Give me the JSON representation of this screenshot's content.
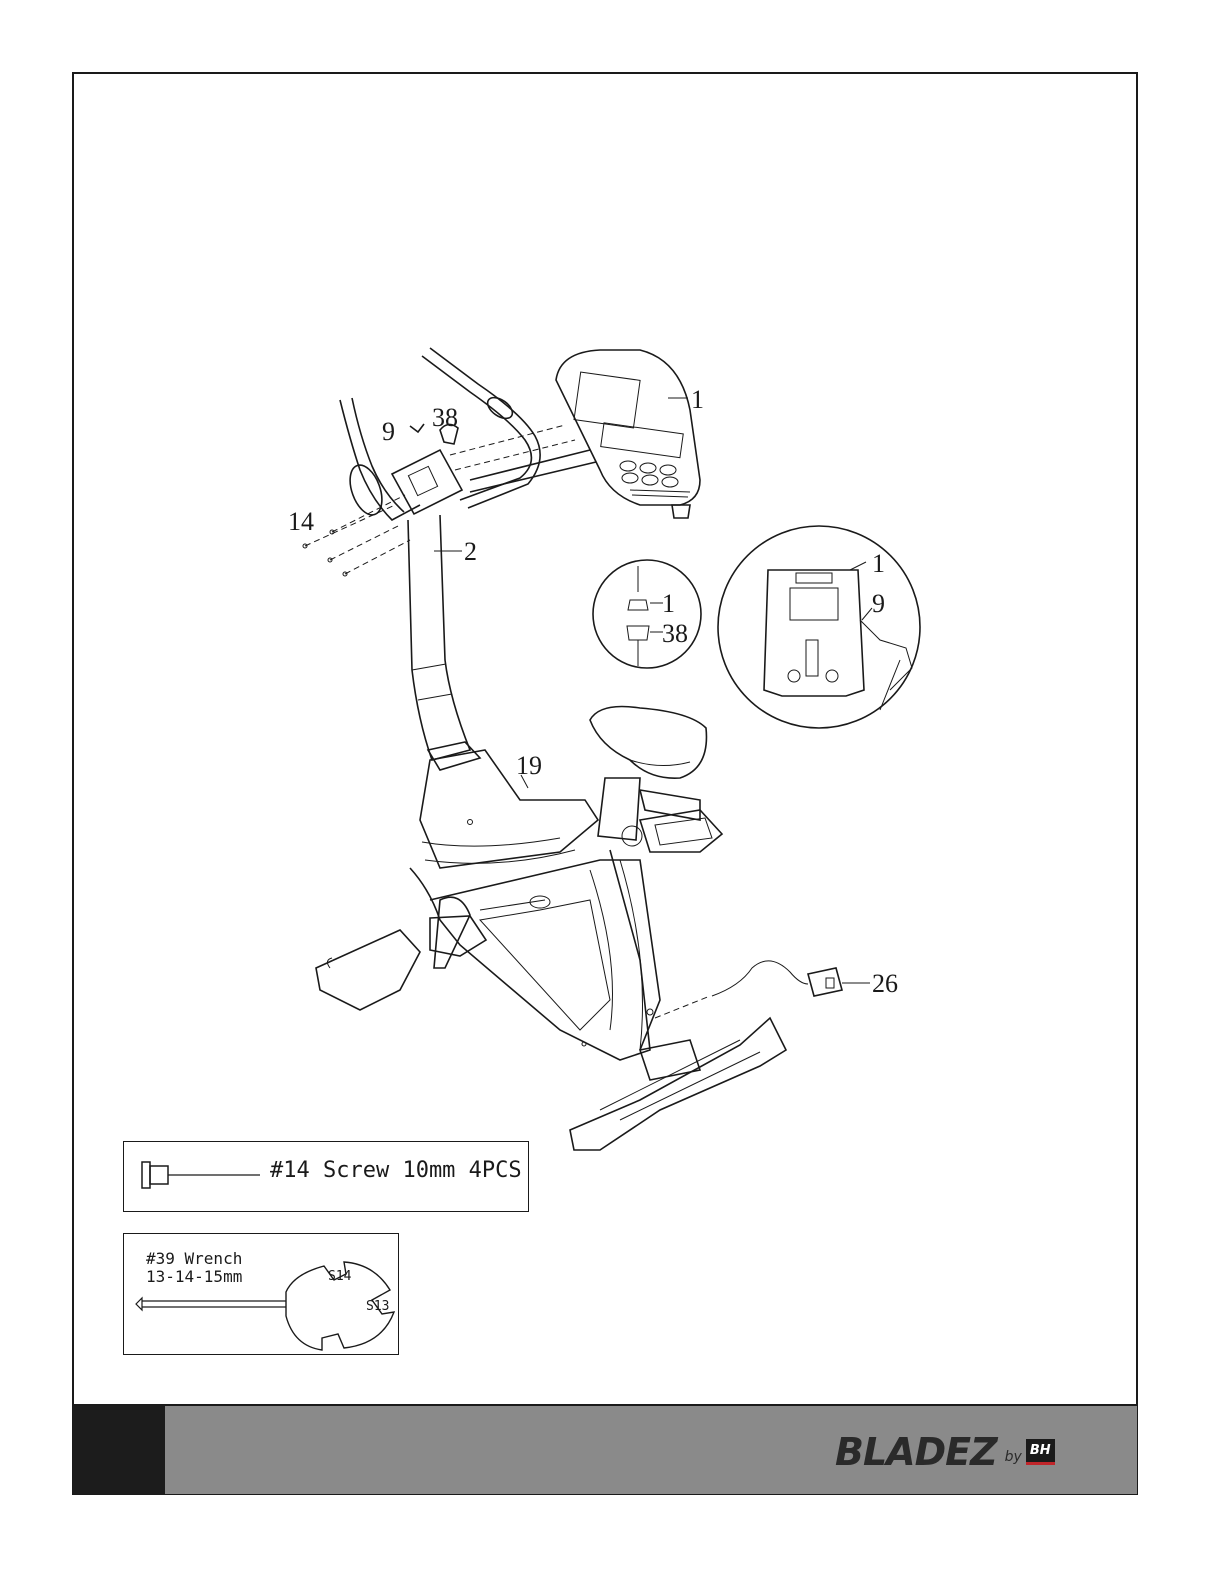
{
  "callouts": {
    "console": "1",
    "bracket_wire": "9",
    "connector": "38",
    "screws": "14",
    "handlebar_post": "2",
    "inset_console": "1",
    "inset_connector": "38",
    "rear_console": "1",
    "rear_wire": "9",
    "shroud": "19",
    "adapter": "26"
  },
  "hardware": {
    "screw_label": "#14 Screw 10mm 4PCS",
    "wrench_title": "#39 Wrench",
    "wrench_sizes": "13-14-15mm",
    "wrench_jaw_a": "S14",
    "wrench_jaw_b": "S13"
  },
  "footer": {
    "brand": "BLADEZ",
    "brand_by": "by",
    "brand_mark": "BH"
  },
  "colors": {
    "footer_bar": "#8a8a8a",
    "footer_block": "#1c1c1c",
    "accent": "#c0252a"
  }
}
